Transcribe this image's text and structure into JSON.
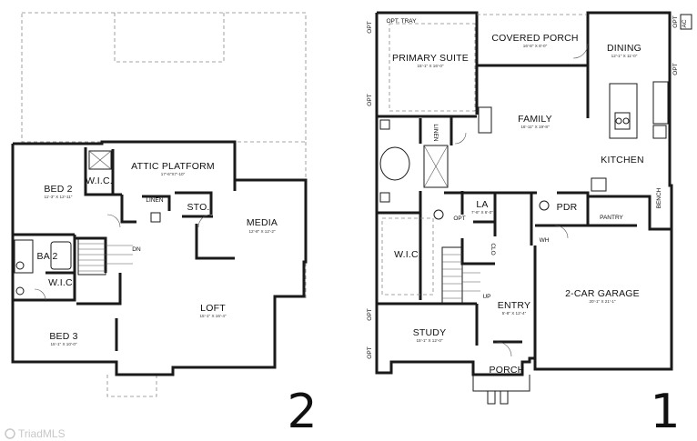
{
  "floor2": {
    "floor_number": "2",
    "rooms": [
      {
        "id": "attic",
        "label": "ATTIC PLATFORM",
        "dims": "17'-6\"X7'-10\""
      },
      {
        "id": "bed2",
        "label": "BED 2",
        "dims": "11'-3\" X 12'-11\""
      },
      {
        "id": "wic2a",
        "label": "W.I.C.",
        "dims": ""
      },
      {
        "id": "linen2",
        "label": "LINEN",
        "dims": ""
      },
      {
        "id": "sto",
        "label": "STO.",
        "dims": ""
      },
      {
        "id": "media",
        "label": "MEDIA",
        "dims": "12'-8\" X 12'-2\""
      },
      {
        "id": "ba2",
        "label": "BA 2",
        "dims": ""
      },
      {
        "id": "dn",
        "label": "DN",
        "dims": ""
      },
      {
        "id": "wic2b",
        "label": "W.I.C.",
        "dims": ""
      },
      {
        "id": "loft",
        "label": "LOFT",
        "dims": "15'-1\" X 16'-4\""
      },
      {
        "id": "bed3",
        "label": "BED 3",
        "dims": "15'-1\" X 10'-0\""
      }
    ]
  },
  "floor1": {
    "floor_number": "1",
    "rooms": [
      {
        "id": "tray",
        "label": "OPT. TRAY",
        "dims": ""
      },
      {
        "id": "primary",
        "label": "PRIMARY SUITE",
        "dims": "15'-1\" X 16'-0\""
      },
      {
        "id": "porch",
        "label": "COVERED PORCH",
        "dims": "16'-8\" X 8'-0\""
      },
      {
        "id": "dining",
        "label": "DINING",
        "dims": "12'-1\" X 11'-0\""
      },
      {
        "id": "family",
        "label": "FAMILY",
        "dims": "16'-11\" X 19'-8\""
      },
      {
        "id": "kitchen",
        "label": "KITCHEN",
        "dims": ""
      },
      {
        "id": "linen1",
        "label": "LINEN",
        "dims": ""
      },
      {
        "id": "la",
        "label": "LA",
        "dims": "7'-6\" X 6'-0\""
      },
      {
        "id": "pdr",
        "label": "PDR",
        "dims": ""
      },
      {
        "id": "pantry",
        "label": "PANTRY",
        "dims": ""
      },
      {
        "id": "bench",
        "label": "BENCH",
        "dims": ""
      },
      {
        "id": "wic1",
        "label": "W.I.C.",
        "dims": ""
      },
      {
        "id": "wh",
        "label": "WH",
        "dims": ""
      },
      {
        "id": "optla",
        "label": "OPT",
        "dims": ""
      },
      {
        "id": "clo",
        "label": "CLO",
        "dims": ""
      },
      {
        "id": "up",
        "label": "UP",
        "dims": ""
      },
      {
        "id": "garage",
        "label": "2-CAR GARAGE",
        "dims": "20'-1\" X 21'-1\""
      },
      {
        "id": "entry",
        "label": "ENTRY",
        "dims": "5'-8\" X 12'-4\""
      },
      {
        "id": "study",
        "label": "STUDY",
        "dims": "15'-1\" X 12'-0\""
      },
      {
        "id": "frontporch",
        "label": "PORCH",
        "dims": ""
      }
    ],
    "side_notes": {
      "opt": "OPT",
      "ac": "AC"
    }
  },
  "watermark": "TriadMLS",
  "colors": {
    "wall": "#1a1a1a",
    "background": "#ffffff",
    "watermark": "#c8c8c8"
  }
}
